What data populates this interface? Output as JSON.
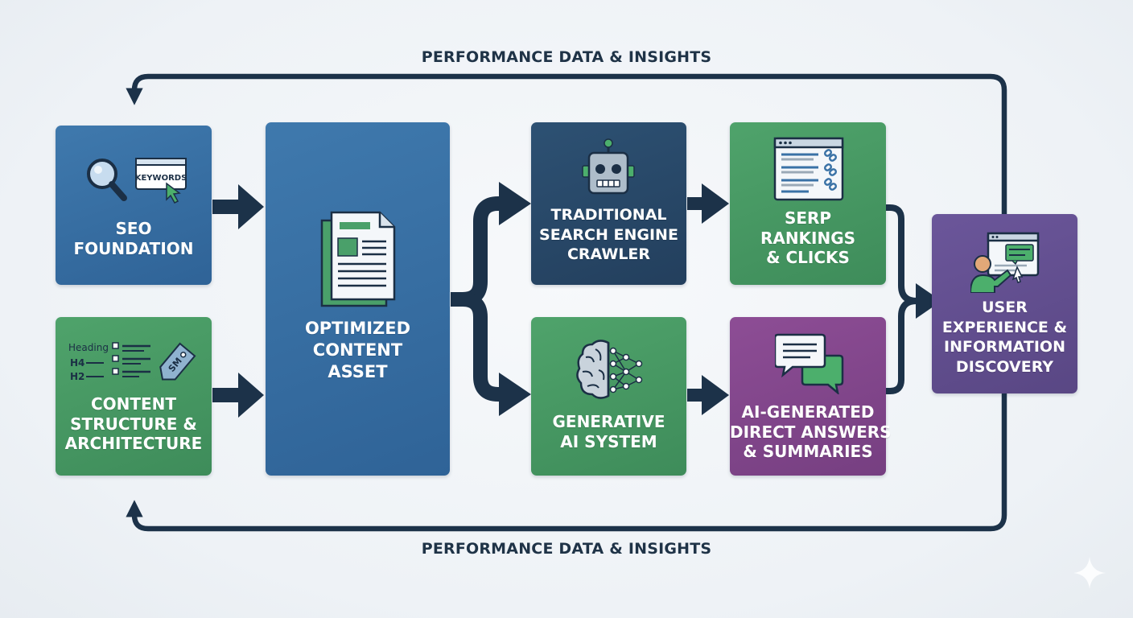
{
  "feedback": {
    "top_label": "PERFORMANCE DATA & INSIGHTS",
    "bottom_label": "PERFORMANCE DATA & INSIGHTS"
  },
  "nodes": {
    "seo_foundation": {
      "lines": [
        "SEO",
        "FOUNDATION"
      ],
      "icon": "magnifier-keywords-icon",
      "icon_text": "KEYWORDS"
    },
    "content_structure": {
      "lines": [
        "CONTENT",
        "STRUCTURE &",
        "ARCHITECTURE"
      ],
      "icon": "headings-list-tag-icon",
      "heading_labels": [
        "Heading",
        "H4",
        "H2"
      ],
      "tag_text": "SM"
    },
    "optimized_content": {
      "lines": [
        "OPTIMIZED",
        "CONTENT",
        "ASSET"
      ],
      "icon": "document-icon"
    },
    "crawler": {
      "lines": [
        "TRADITIONAL",
        "SEARCH ENGINE",
        "CRAWLER"
      ],
      "icon": "robot-icon"
    },
    "generative_ai": {
      "lines": [
        "GENERATIVE",
        "AI SYSTEM"
      ],
      "icon": "brain-network-icon"
    },
    "serp": {
      "lines": [
        "SERP",
        "RANKINGS",
        "& CLICKS"
      ],
      "icon": "search-results-links-icon"
    },
    "ai_answers": {
      "lines": [
        "AI-GENERATED",
        "DIRECT ANSWERS",
        "& SUMMARIES"
      ],
      "icon": "chat-bubbles-icon"
    },
    "user_experience": {
      "lines": [
        "USER",
        "EXPERIENCE &",
        "INFORMATION",
        "DISCOVERY"
      ],
      "icon": "user-screen-icon"
    }
  },
  "colors": {
    "arrow": "#1c3249",
    "blue": "#3a72a6",
    "navy": "#2a4a6b",
    "green": "#469a63",
    "purple": "#834690",
    "violet": "#634f90"
  }
}
